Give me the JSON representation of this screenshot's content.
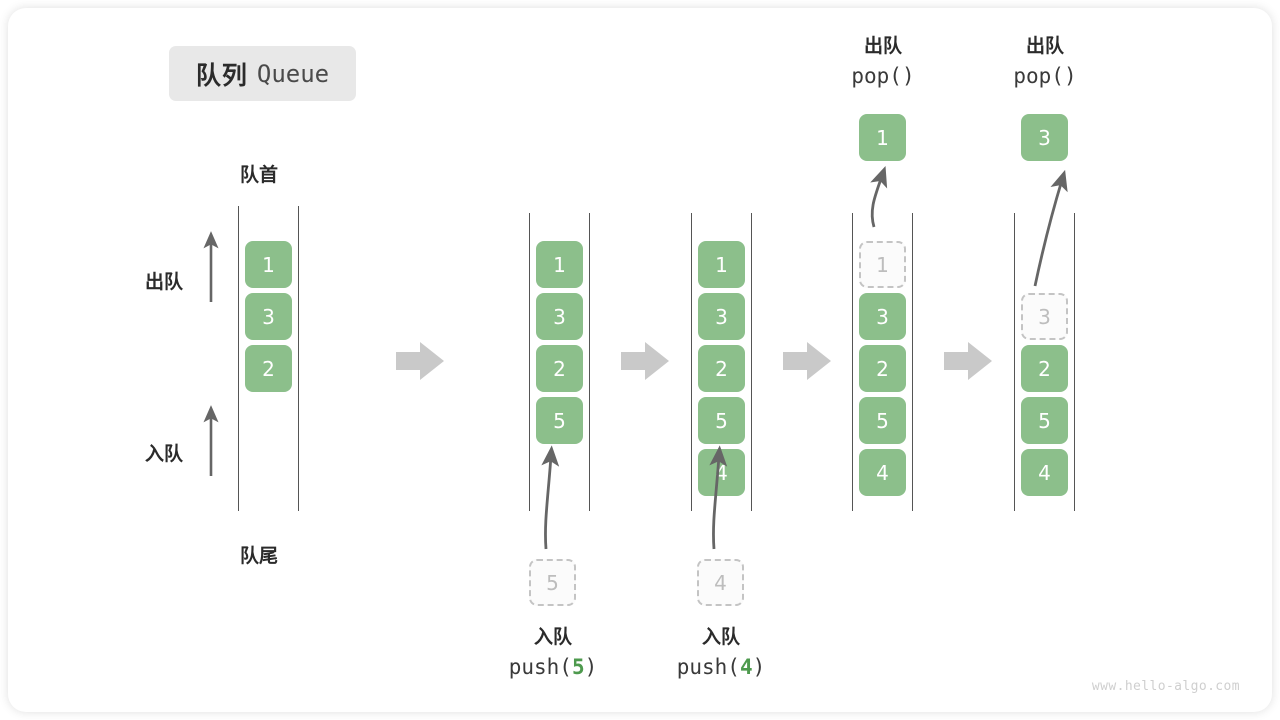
{
  "title": {
    "cn": "队列",
    "en": "Queue"
  },
  "axis_labels": {
    "head": "队首",
    "tail": "队尾",
    "pop_arrow": "出队",
    "push_arrow": "入队"
  },
  "operations": [
    {
      "id": "push-5",
      "cn": "入队",
      "fn_prefix": "push(",
      "fn_arg": "5",
      "fn_suffix": ")",
      "ghost_value": "5"
    },
    {
      "id": "push-4",
      "cn": "入队",
      "fn_prefix": "push(",
      "fn_arg": "4",
      "fn_suffix": ")",
      "ghost_value": "4"
    },
    {
      "id": "pop-1",
      "cn": "出队",
      "fn_prefix": "pop(",
      "fn_arg": "",
      "fn_suffix": ")",
      "result_value": "1"
    },
    {
      "id": "pop-3",
      "cn": "出队",
      "fn_prefix": "pop(",
      "fn_arg": "",
      "fn_suffix": ")",
      "result_value": "3"
    }
  ],
  "queues": [
    {
      "id": "queue-initial",
      "cells": [
        {
          "value": "1",
          "state": "filled"
        },
        {
          "value": "3",
          "state": "filled"
        },
        {
          "value": "2",
          "state": "filled"
        }
      ]
    },
    {
      "id": "queue-after-push-5",
      "cells": [
        {
          "value": "1",
          "state": "filled"
        },
        {
          "value": "3",
          "state": "filled"
        },
        {
          "value": "2",
          "state": "filled"
        },
        {
          "value": "5",
          "state": "filled"
        }
      ]
    },
    {
      "id": "queue-after-push-4",
      "cells": [
        {
          "value": "1",
          "state": "filled"
        },
        {
          "value": "3",
          "state": "filled"
        },
        {
          "value": "2",
          "state": "filled"
        },
        {
          "value": "5",
          "state": "filled"
        },
        {
          "value": "4",
          "state": "filled"
        }
      ]
    },
    {
      "id": "queue-after-pop-1",
      "cells": [
        {
          "value": "1",
          "state": "ghost"
        },
        {
          "value": "3",
          "state": "filled"
        },
        {
          "value": "2",
          "state": "filled"
        },
        {
          "value": "5",
          "state": "filled"
        },
        {
          "value": "4",
          "state": "filled"
        }
      ]
    },
    {
      "id": "queue-after-pop-3",
      "cells": [
        {
          "value": "",
          "state": "empty"
        },
        {
          "value": "3",
          "state": "ghost"
        },
        {
          "value": "2",
          "state": "filled"
        },
        {
          "value": "5",
          "state": "filled"
        },
        {
          "value": "4",
          "state": "filled"
        }
      ]
    }
  ],
  "colors": {
    "cell_fill": "#8cbf8b",
    "cell_text": "#ffffff",
    "ghost_border": "#c4c4c4",
    "ghost_text": "#bdbdbd",
    "rail": "#555555",
    "arrow": "#666666",
    "step_arrow": "#c9c9c9",
    "badge_bg": "#e8e8e8"
  },
  "watermark": "www.hello-algo.com"
}
